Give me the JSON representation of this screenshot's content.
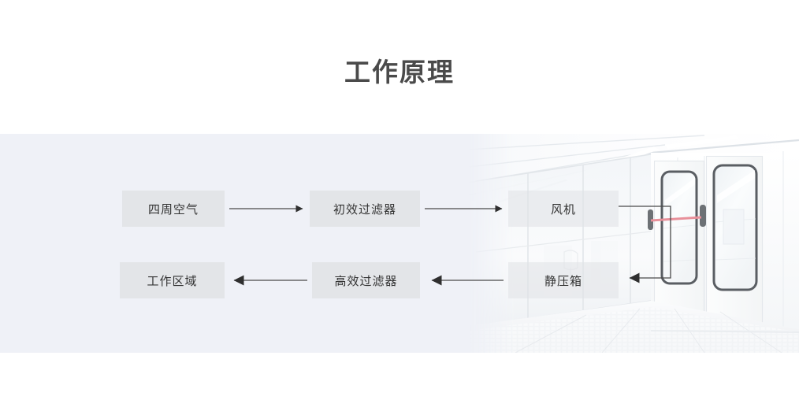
{
  "header": {
    "title": "工作原理"
  },
  "diagram": {
    "type": "flow",
    "nodes": [
      {
        "id": "ambient-air",
        "label": "四周空气",
        "row": 1,
        "col": 1
      },
      {
        "id": "pre-filter",
        "label": "初效过滤器",
        "row": 1,
        "col": 2
      },
      {
        "id": "fan",
        "label": "风机",
        "row": 1,
        "col": 3
      },
      {
        "id": "work-area",
        "label": "工作区域",
        "row": 2,
        "col": 1
      },
      {
        "id": "hepa-filter",
        "label": "高效过滤器",
        "row": 2,
        "col": 2
      },
      {
        "id": "static-plenum",
        "label": "静压箱",
        "row": 2,
        "col": 3
      }
    ],
    "edges": [
      {
        "from": "ambient-air",
        "to": "pre-filter",
        "direction": "right"
      },
      {
        "from": "pre-filter",
        "to": "fan",
        "direction": "right"
      },
      {
        "from": "fan",
        "to": "static-plenum",
        "direction": "wrap-down-left"
      },
      {
        "from": "static-plenum",
        "to": "hepa-filter",
        "direction": "left"
      },
      {
        "from": "hepa-filter",
        "to": "work-area",
        "direction": "left"
      }
    ]
  },
  "photo": {
    "alt": "cleanroom-interior",
    "caption": ""
  },
  "colors": {
    "panel_background": "#eff1f7",
    "page_background": "#ffffff",
    "box_fill": "#e3e5e8",
    "box_text": "#333333",
    "title_text": "#4a4a4a",
    "connector": "#3c3c3c",
    "door_frame": "#5a5e63",
    "panic_bar": "#e8909a"
  }
}
